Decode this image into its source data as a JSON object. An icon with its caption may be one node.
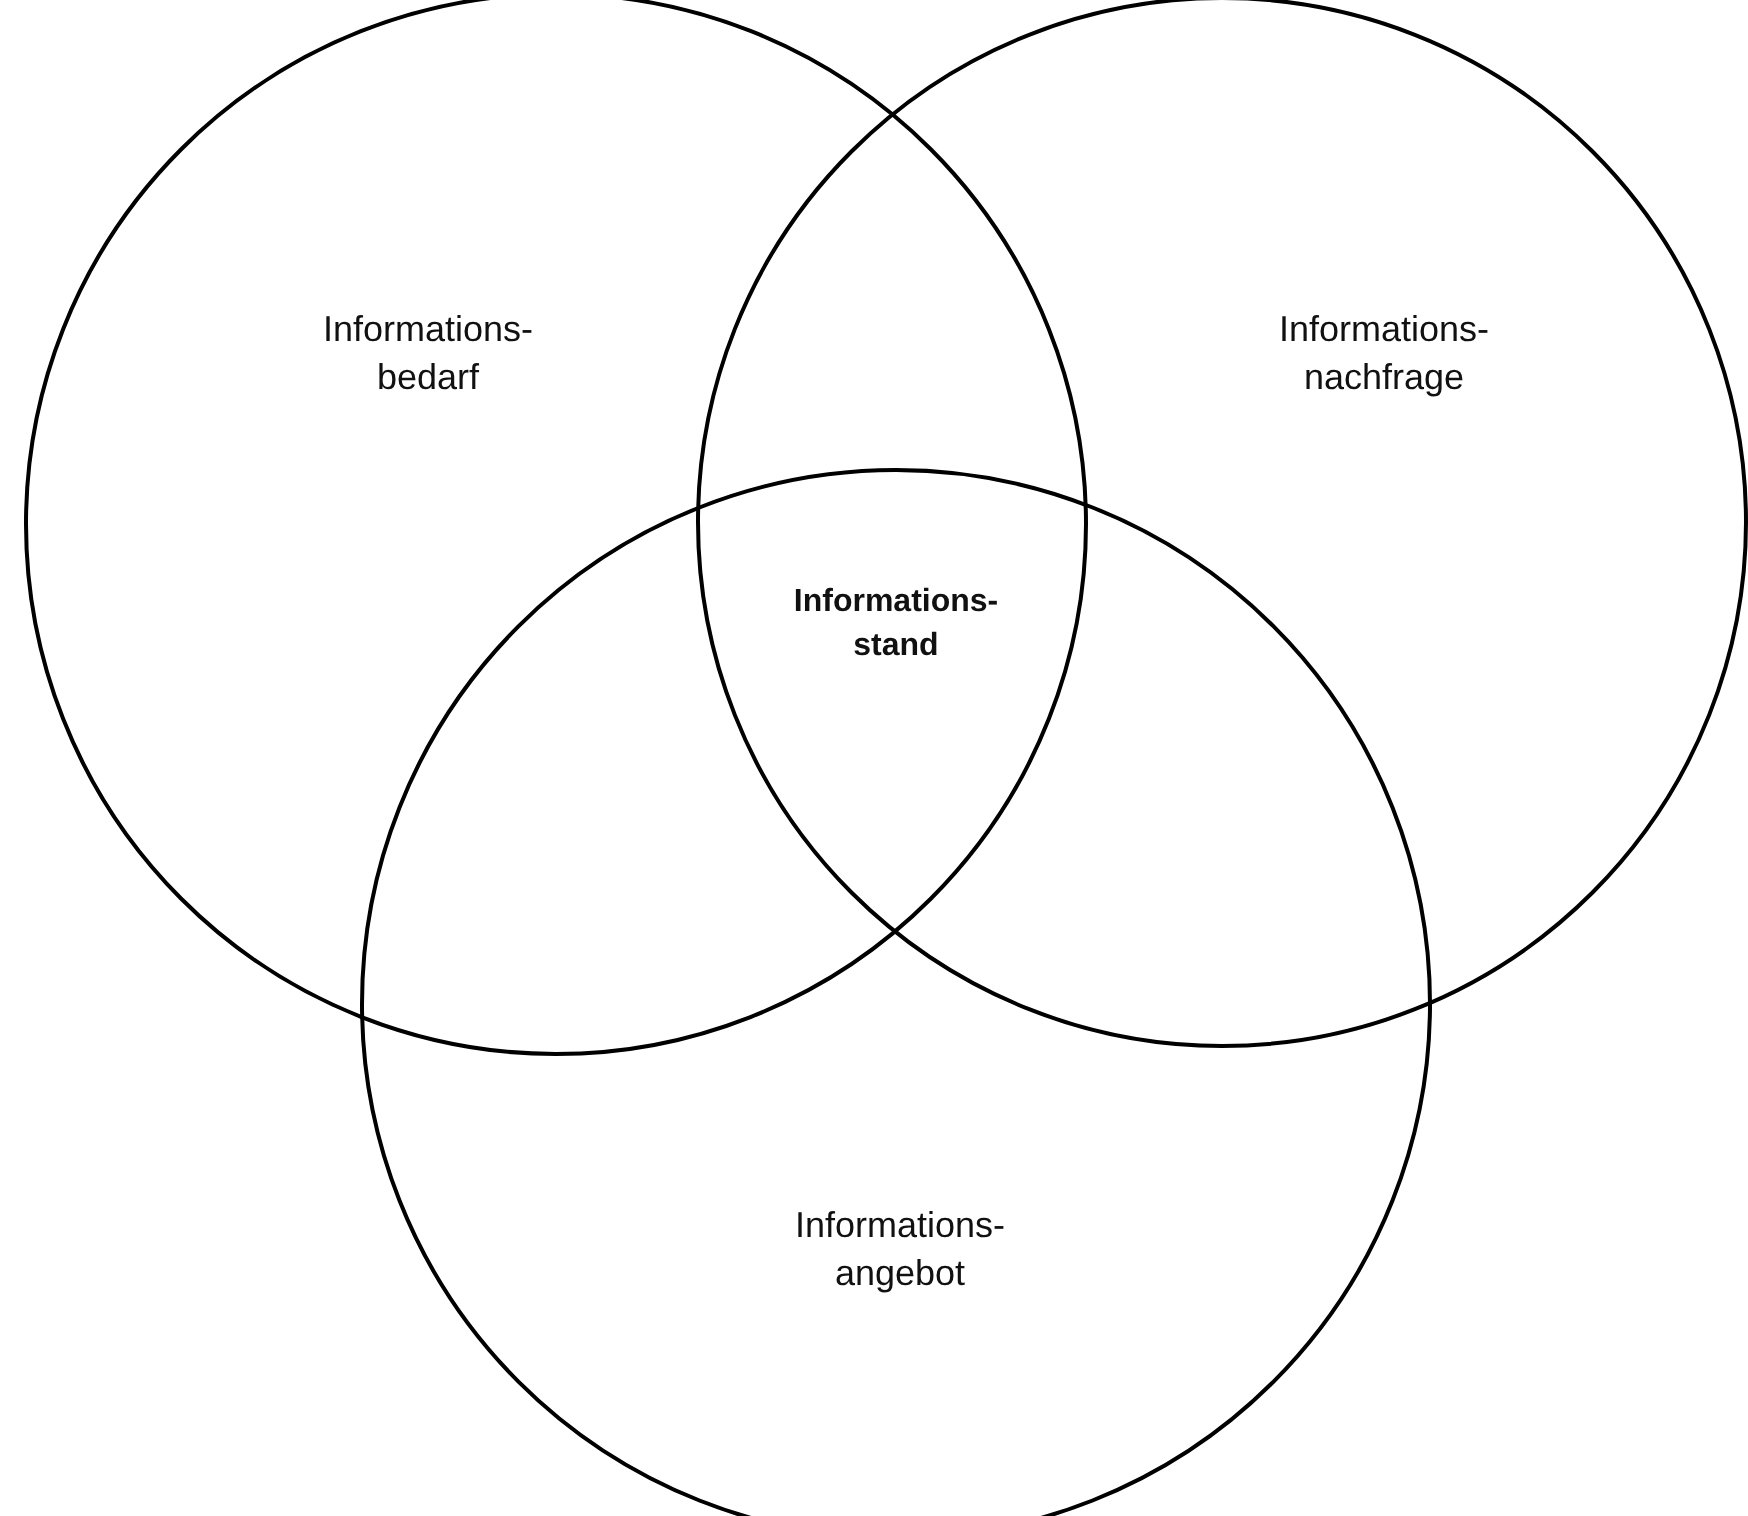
{
  "diagram": {
    "nodes": [
      {
        "text": [
          "Informations- bedarf"
        ]
      },
      {
        "text": [
          "Informations- nachfrage"
        ]
      },
      {
        "text": [
          "Informations- angebot"
        ]
      }
    ],
    "labels": [
      "Informations- stand"
    ]
  }
}
